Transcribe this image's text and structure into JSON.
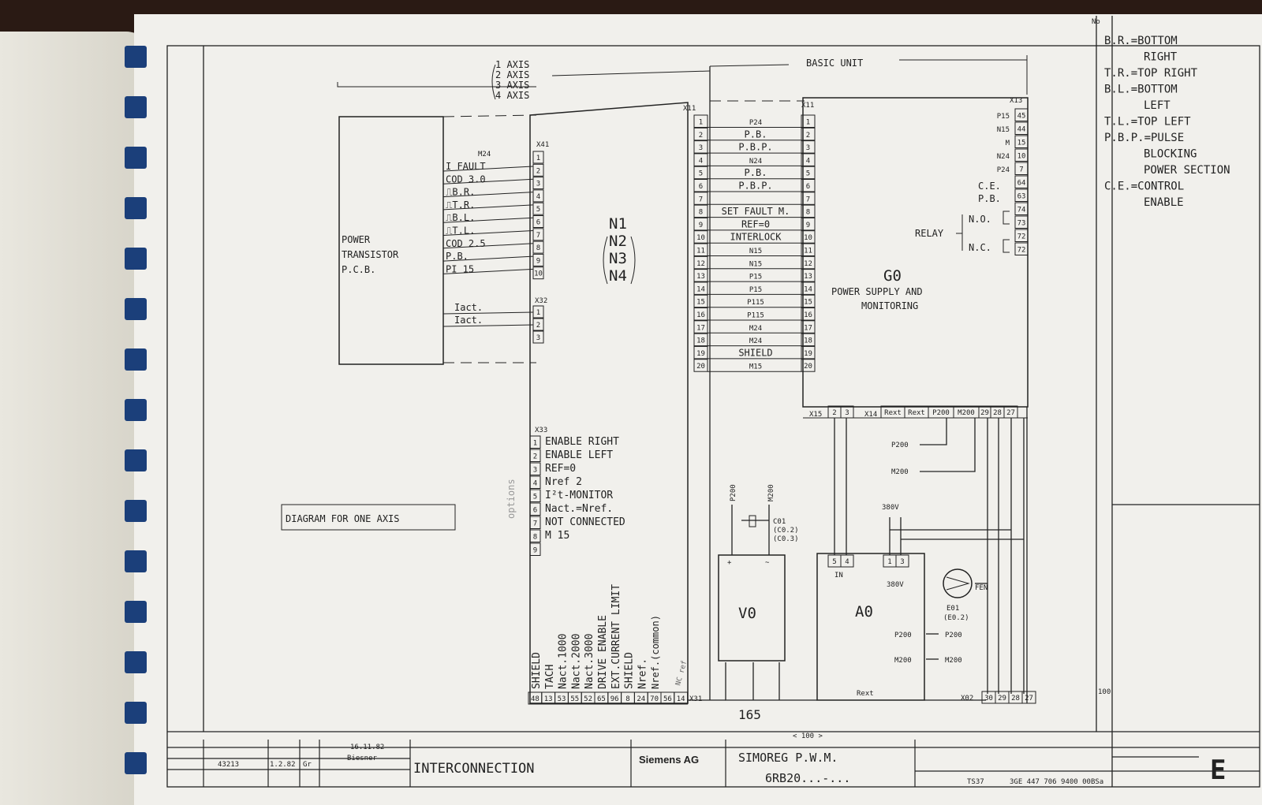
{
  "header": {
    "axes": [
      "1 AXIS",
      "2 AXIS",
      "3 AXIS",
      "4 AXIS"
    ],
    "basic_unit": "BASIC UNIT"
  },
  "legend": [
    "B.R.=BOTTOM",
    "RIGHT",
    "T.R.=TOP RIGHT",
    "B.L.=BOTTOM",
    "LEFT",
    "T.L.=TOP LEFT",
    "P.B.P.=PULSE",
    "BLOCKING",
    "POWER SECTION",
    "C.E.=CONTROL",
    "ENABLE"
  ],
  "no_label": "No",
  "power_pcb": [
    "POWER",
    "TRANSISTOR",
    "P.C.B."
  ],
  "x41": {
    "tag": "X41",
    "top": "M24",
    "signals": [
      "I FAULT",
      "COD 3.0",
      "⎍B.R.",
      "⎍T.R.",
      "⎍B.L.",
      "⎍T.L.",
      "COD 2.5",
      "P.B.",
      "PI 15"
    ],
    "pins": [
      "1",
      "2",
      "3",
      "4",
      "5",
      "6",
      "7",
      "8",
      "9",
      "10"
    ]
  },
  "x32": {
    "tag": "X32",
    "signals": [
      "Iact.",
      "Iact."
    ],
    "pins": [
      "1",
      "2",
      "3"
    ]
  },
  "n_unit": {
    "names": [
      "N1",
      "N2",
      "N3",
      "N4"
    ]
  },
  "x11_left": {
    "tag": "X11",
    "pins": [
      "1",
      "2",
      "3",
      "4",
      "5",
      "6",
      "7",
      "8",
      "9",
      "10",
      "11",
      "12",
      "13",
      "14",
      "15",
      "16",
      "17",
      "18",
      "19",
      "20"
    ]
  },
  "x11_right": {
    "tag": "X11"
  },
  "bus_signals": [
    "P24",
    "P.B.",
    "P.B.P.",
    "N24",
    "P.B.",
    "P.B.P.",
    "",
    "SET FAULT M.",
    "REF=0",
    "INTERLOCK",
    "N15",
    "N15",
    "P15",
    "P15",
    "P115",
    "P115",
    "M24",
    "M24",
    "SHIELD",
    "M15"
  ],
  "x33": {
    "tag": "X33",
    "pins": [
      "1",
      "2",
      "3",
      "4",
      "5",
      "6",
      "7",
      "8",
      "9"
    ],
    "signals": [
      "ENABLE RIGHT",
      "ENABLE LEFT",
      "REF=0",
      "Nref 2",
      "I²t-MONITOR",
      "Nact.=Nref.",
      "NOT CONNECTED",
      "M 15",
      ""
    ]
  },
  "options_note": "options",
  "diagram_note": "DIAGRAM FOR ONE AXIS",
  "x31": {
    "tag": "X31",
    "pins": [
      "48",
      "13",
      "53",
      "55",
      "52",
      "65",
      "96",
      "8",
      "24",
      "70",
      "56",
      "14"
    ],
    "signals": [
      "SHIELD",
      "TACH",
      "Nact.1000",
      "Nact.2000",
      "Nact.3000",
      "DRIVE ENABLE",
      "EXT.CURRENT LIMIT",
      "SHIELD",
      "Nref.",
      "Nref.(common)"
    ],
    "note": "NC ref"
  },
  "g0": {
    "name": "G0",
    "desc": [
      "POWER SUPPLY AND",
      "MONITORING"
    ],
    "relay": "RELAY",
    "no": "N.O.",
    "nc": "N.C.",
    "ce": "C.E.",
    "pb": "P.B."
  },
  "x13": {
    "tag": "X13",
    "pins": [
      "45",
      "44",
      "15",
      "10",
      "7",
      "64",
      "63",
      "74",
      "73",
      "72",
      "72"
    ],
    "labels": [
      "P15",
      "N15",
      "M",
      "N24",
      "P24"
    ]
  },
  "bottom_bar": {
    "x15": "X15",
    "x15_pins": [
      "2",
      "3"
    ],
    "x14": "X14",
    "x14_pins": [
      "Rext",
      "Rext",
      "P200",
      "M200",
      "29",
      "28",
      "27"
    ]
  },
  "p200": "P200",
  "m200": "M200",
  "v380": "380V",
  "v0": {
    "name": "V0",
    "plus": "+",
    "minus": "~",
    "top_labels": [
      "P200",
      "M200"
    ]
  },
  "c01": [
    "C01",
    "(C0.2)",
    "(C0.3)"
  ],
  "a0": {
    "name": "A0",
    "pins": [
      "5",
      "4",
      "1",
      "3"
    ],
    "in": "IN",
    "v380": "380V",
    "p200": "P200",
    "m200": "M200",
    "rext": "Rext"
  },
  "fan": {
    "name": "E01",
    "sub": "(E0.2)",
    "tag": "FEN"
  },
  "x02": {
    "tag": "X02",
    "pins": [
      "30",
      "29",
      "28",
      "27"
    ]
  },
  "handwritten": "165",
  "dim_100": "< 100 >",
  "right_100": "100",
  "title_block": {
    "date1": "16.11.82",
    "name1": "Biesner",
    "num": "43213",
    "date2": "1.2.82",
    "init": "Gr",
    "title": "INTERCONNECTION",
    "company": "Siemens AG",
    "product": "SIMOREG P.W.M.",
    "model": "6RB20...-...",
    "code": "TS37",
    "docno": "3GE 447 706 9400 00BSa",
    "sheet": "E"
  }
}
